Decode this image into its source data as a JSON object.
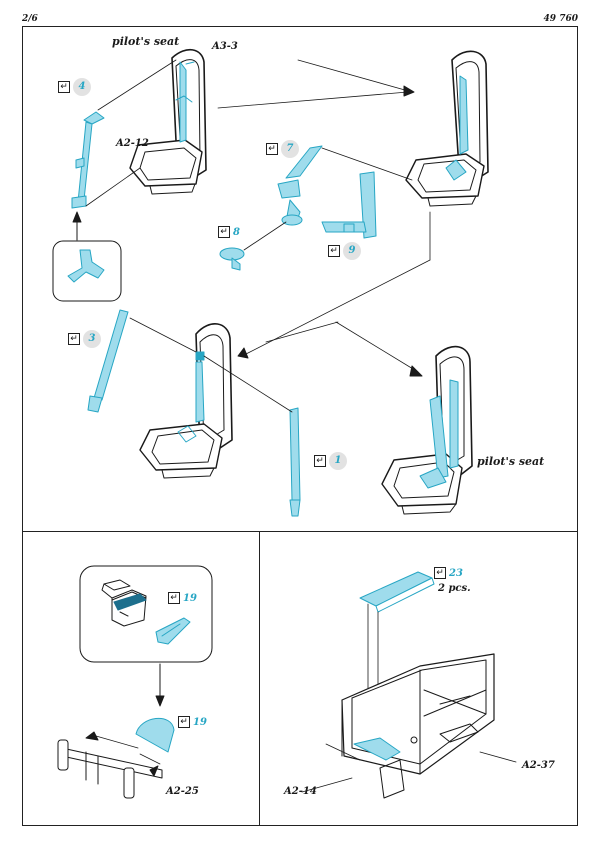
{
  "header": {
    "page": "2/6",
    "product": "49 760"
  },
  "labels": {
    "pilot_seat_top": "pilot's seat",
    "pilot_seat_bottom": "pilot's seat",
    "a3_3": "A3-3",
    "a2_12": "A2-12",
    "a2_25": "A2-25",
    "a2_14": "A2-14",
    "a2_37": "A2-37",
    "qty_23": "2 pcs."
  },
  "parts": {
    "p4": "4",
    "p7": "7",
    "p8": "8",
    "p9": "9",
    "p3": "3",
    "p1": "1",
    "p19a": "19",
    "p19b": "19",
    "p23": "23"
  },
  "check_glyph": "↵",
  "colors": {
    "etch_blue": "#27a6c4",
    "line": "#1a1a1a",
    "circle_bg": "#e2e2e2"
  }
}
